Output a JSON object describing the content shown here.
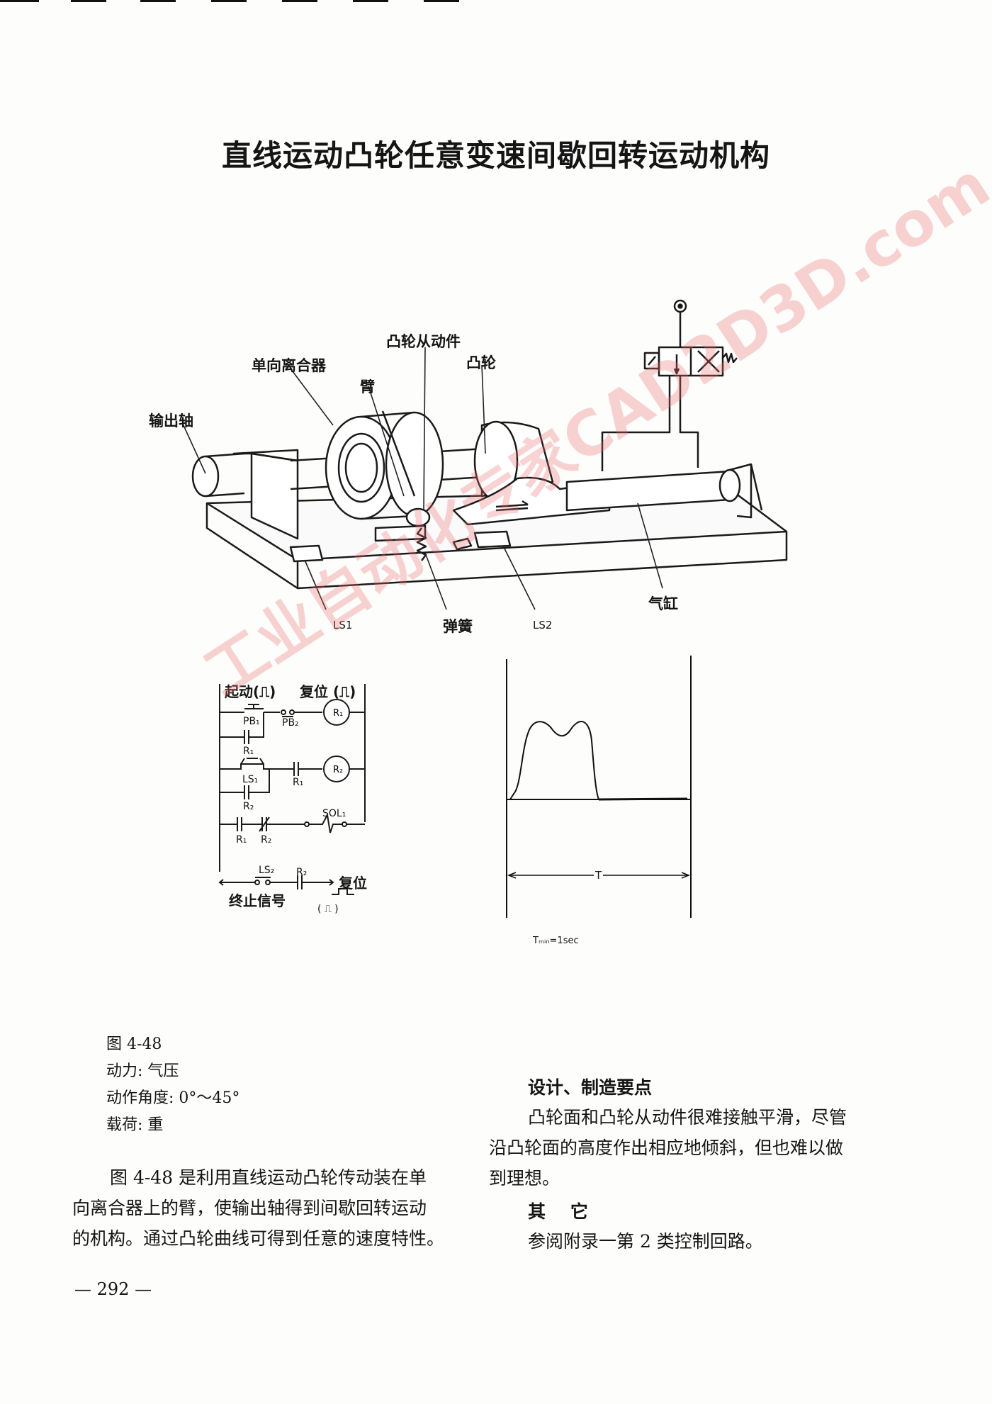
{
  "title": "直线运动凸轮任意变速间歇回转运动机构",
  "mechanism_labels": {
    "output_shaft": "输出轴",
    "one_way_clutch": "单向离合器",
    "arm": "臂",
    "cam_follower": "凸轮从动件",
    "cam": "凸轮",
    "cylinder": "气缸",
    "spring": "弹簧",
    "ls1": "LS1",
    "ls2": "LS2"
  },
  "circuit": {
    "start": "起动(⎍)",
    "reset_top": "复位 (⎍)",
    "pb1": "PB₁",
    "pb2": "PB₂",
    "r1": "R₁",
    "r2": "R₂",
    "ls1": "LS₁",
    "sol": "SOL₁",
    "ls2": "LS₂",
    "end_signal": "终止信号",
    "reset_bottom": "复位",
    "reset_symbol": "( ⎍ )"
  },
  "timing": {
    "t_label": "T",
    "tmin": "Tₘᵢₙ=1sec"
  },
  "specs": {
    "figure": "图 4-48",
    "power": "动力:  气压",
    "angle": "动作角度:  0°～45°",
    "load": "载荷:  重"
  },
  "description": [
    "图 4-48 是利用直线运动凸轮传动装在单",
    "向离合器上的臂，使输出轴得到间歇回转运动",
    "的机构。通过凸轮曲线可得到任意的速度特性。"
  ],
  "design": {
    "heading": "设计、制造要点",
    "lines": [
      "凸轮面和凸轮从动件很难接触平滑，尽管",
      "沿凸轮面的高度作出相应地倾斜，但也难以做",
      "到理想。"
    ]
  },
  "other": {
    "heading": "其    它",
    "text": "参阅附录一第 2 类控制回路。"
  },
  "page_number": "— 292 —",
  "watermark": "工业自动化专家CAD2D3D.com"
}
